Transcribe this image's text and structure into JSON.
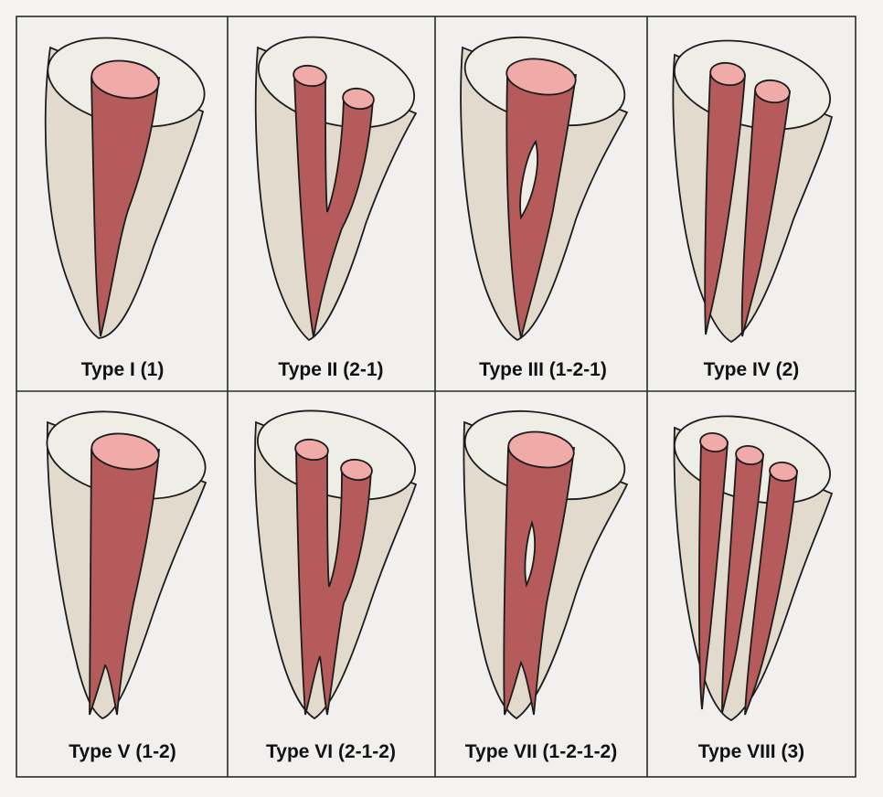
{
  "figure": {
    "colors": {
      "page_background": "#f4f3f1",
      "panel_background": "#f1f0ee",
      "grid_lines": "#2a2a2a",
      "root_body": "#e2dacc",
      "root_top": "#eeede6",
      "canal": "#b65b5b",
      "canal_opening": "#f0aaa8"
    },
    "panels": [
      {
        "label": "Type I (1)"
      },
      {
        "label": "Type II (2-1)"
      },
      {
        "label": "Type III (1-2-1)"
      },
      {
        "label": "Type IV (2)"
      },
      {
        "label": "Type V (1-2)"
      },
      {
        "label": "Type VI (2-1-2)"
      },
      {
        "label": "Type VII (1-2-1-2)"
      },
      {
        "label": "Type VIII (3)"
      }
    ]
  }
}
